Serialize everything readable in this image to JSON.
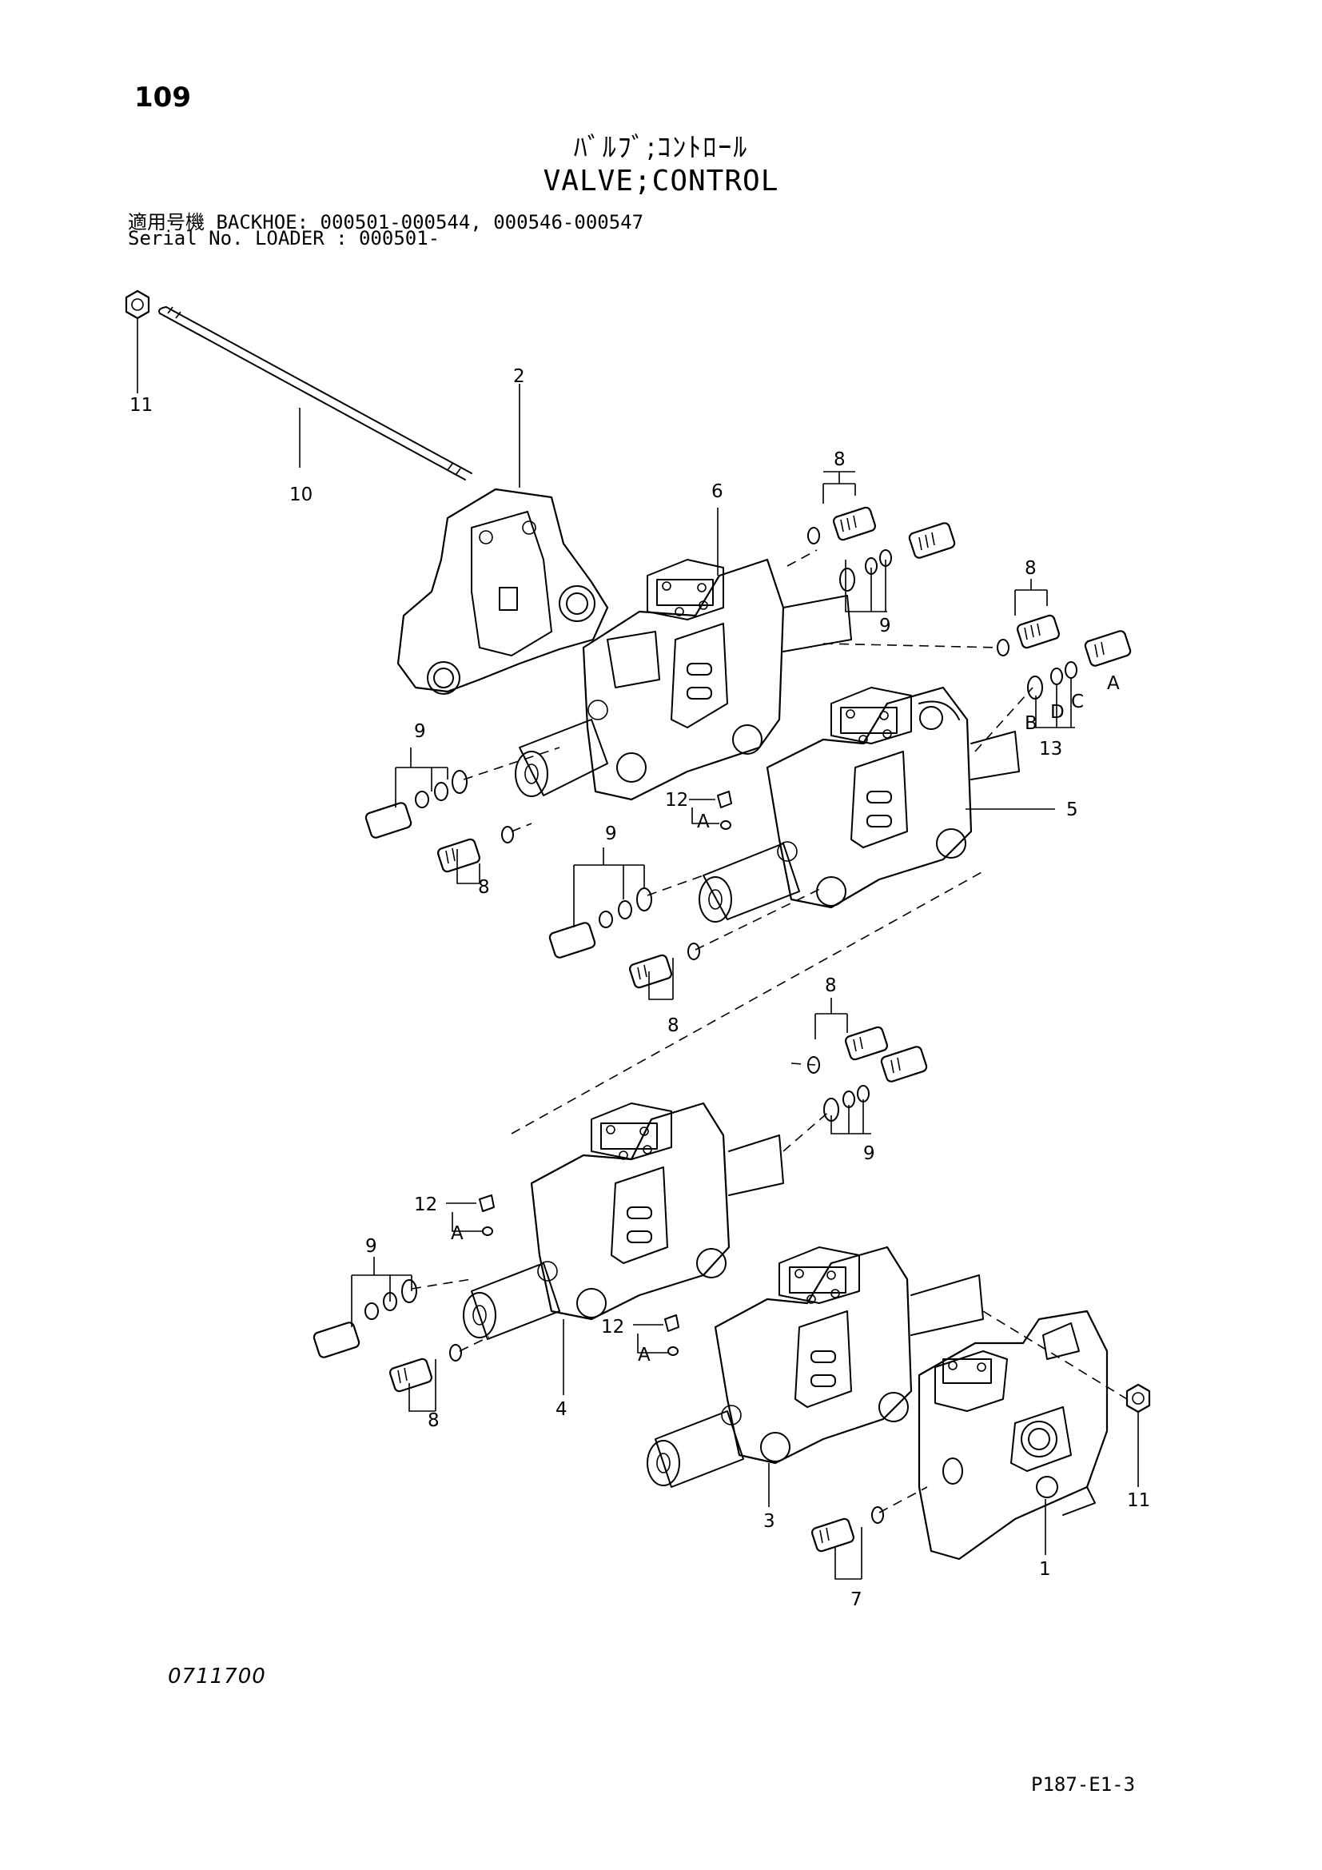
{
  "header": {
    "page_number": "109",
    "title_ja": "ﾊﾞﾙﾌﾞ;ｺﾝﾄﾛｰﾙ",
    "title_en": "VALVE;CONTROL",
    "serial_line_1": "適用号機  BACKHOE: 000501-000544, 000546-000547",
    "serial_line_2": "Serial No. LOADER : 000501-"
  },
  "callouts": {
    "c1": "1",
    "c2": "2",
    "c3": "3",
    "c4": "4",
    "c5": "5",
    "c6": "6",
    "c7": "7",
    "c8a": "8",
    "c8b": "8",
    "c8c": "8",
    "c8d": "8",
    "c8e": "8",
    "c8f": "8",
    "c9a": "9",
    "c9b": "9",
    "c9c": "9",
    "c9d": "9",
    "c9e": "9",
    "c10": "10",
    "c11a": "11",
    "c11b": "11",
    "c12a": "12",
    "c12b": "12",
    "c12c": "12",
    "c13": "13",
    "cAa": "A",
    "cAb": "A",
    "cAc": "A",
    "cAd": "A",
    "cB": "B",
    "cC": "C",
    "cD": "D"
  },
  "footer": {
    "drawing_number": "0711700",
    "page_code": "P187-E1-3"
  }
}
